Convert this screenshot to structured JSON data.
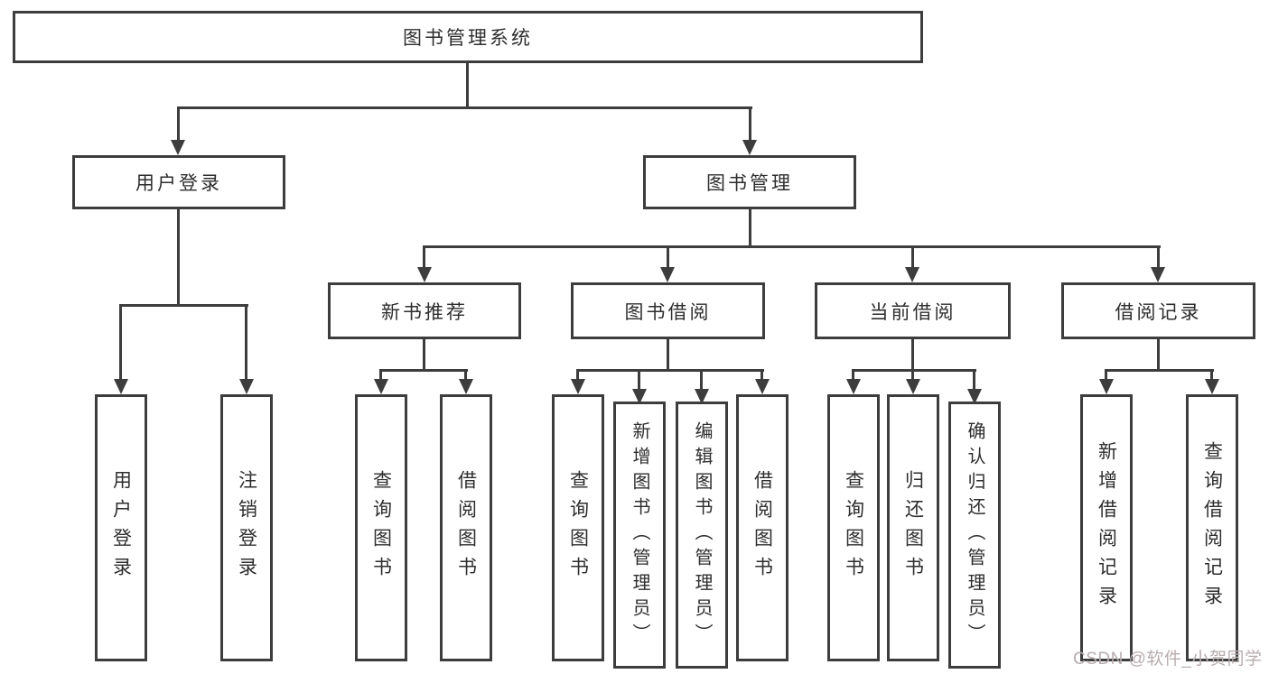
{
  "diagram": {
    "root": {
      "label": "图书管理系统"
    },
    "branches": [
      {
        "label": "用户登录",
        "children": [
          {
            "label": "用户登录"
          },
          {
            "label": "注销登录"
          }
        ]
      },
      {
        "label": "图书管理",
        "children": [
          {
            "label": "新书推荐",
            "children": [
              {
                "label": "查询图书"
              },
              {
                "label": "借阅图书"
              }
            ]
          },
          {
            "label": "图书借阅",
            "children": [
              {
                "label": "查询图书"
              },
              {
                "label": "新增图书（管理员）"
              },
              {
                "label": "编辑图书（管理员）"
              },
              {
                "label": "借阅图书"
              }
            ]
          },
          {
            "label": "当前借阅",
            "children": [
              {
                "label": "查询图书"
              },
              {
                "label": "归还图书"
              },
              {
                "label": "确认归还（管理员）"
              }
            ]
          },
          {
            "label": "借阅记录",
            "children": [
              {
                "label": "新增借阅记录"
              },
              {
                "label": "查询借阅记录"
              }
            ]
          }
        ]
      }
    ]
  },
  "watermark": {
    "text": "CSDN @软件_小贺同学"
  },
  "colors": {
    "line": "#3d3d3d",
    "box_border": "#3d3d3d",
    "box_background": "#ffffff",
    "text": "#2e2e2e",
    "watermark": "#b8acae"
  }
}
